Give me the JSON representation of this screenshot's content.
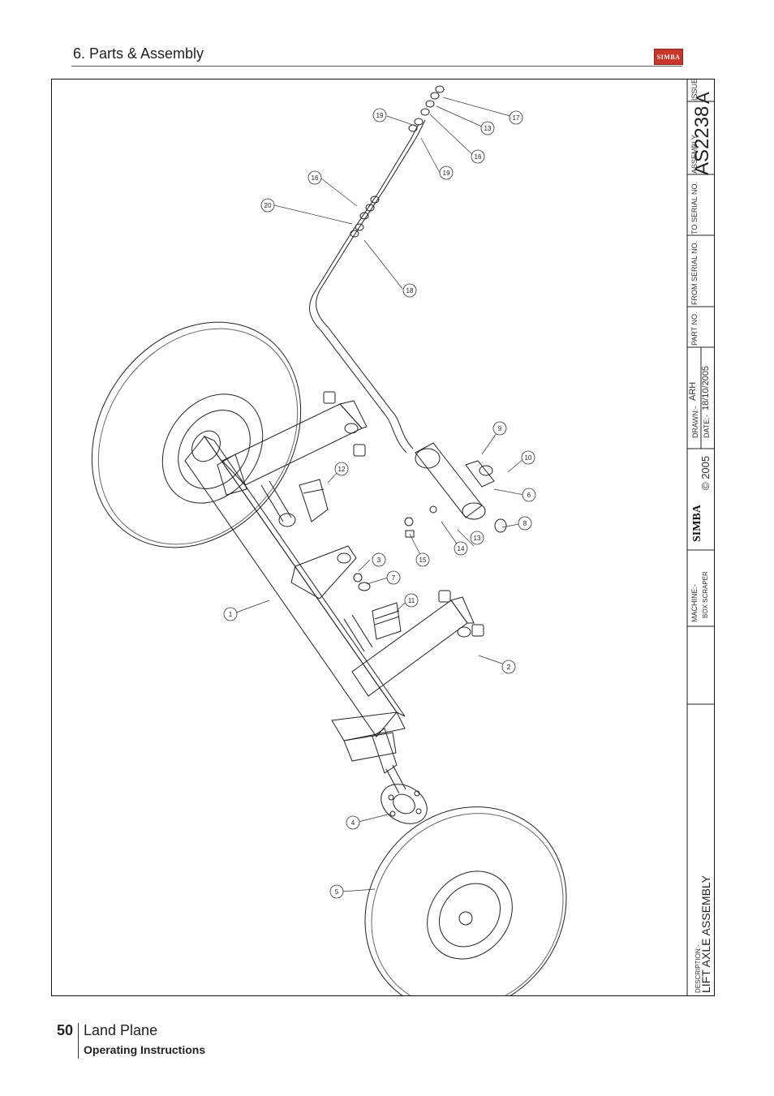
{
  "header": {
    "section_title": "6. Parts & Assembly",
    "logo_text": "SIMBA"
  },
  "footer": {
    "page_number": "50",
    "title": "Land Plane",
    "subtitle": "Operating Instructions"
  },
  "title_block": {
    "issue_label": "ISSUE",
    "issue_value": "A",
    "assembly_label": "ASSEMBLY",
    "assembly_value": "AS2238",
    "to_serial_label": "TO SERIAL NO.",
    "from_serial_label": "FROM SERIAL NO.",
    "part_no_label": "PART NO.",
    "drawn_label": "DRAWN:-",
    "drawn_value": "ARH",
    "date_label": "DATE:-",
    "date_value": "18/10/2005",
    "logo_text": "SIMBA",
    "copyright": "© 2005",
    "machine_label": "MACHINE:-",
    "machine_value": "BOX SCRAPER",
    "description_label": "DESCRIPTION:-",
    "description_value": "LIFT AXLE ASSEMBLY"
  },
  "callouts": [
    "1",
    "2",
    "3",
    "4",
    "5",
    "6",
    "7",
    "8",
    "9",
    "10",
    "11",
    "12",
    "13",
    "13",
    "14",
    "15",
    "16",
    "16",
    "17",
    "18",
    "19",
    "19",
    "20"
  ],
  "colors": {
    "line": "#222222",
    "logo_red": "#c8352b"
  }
}
